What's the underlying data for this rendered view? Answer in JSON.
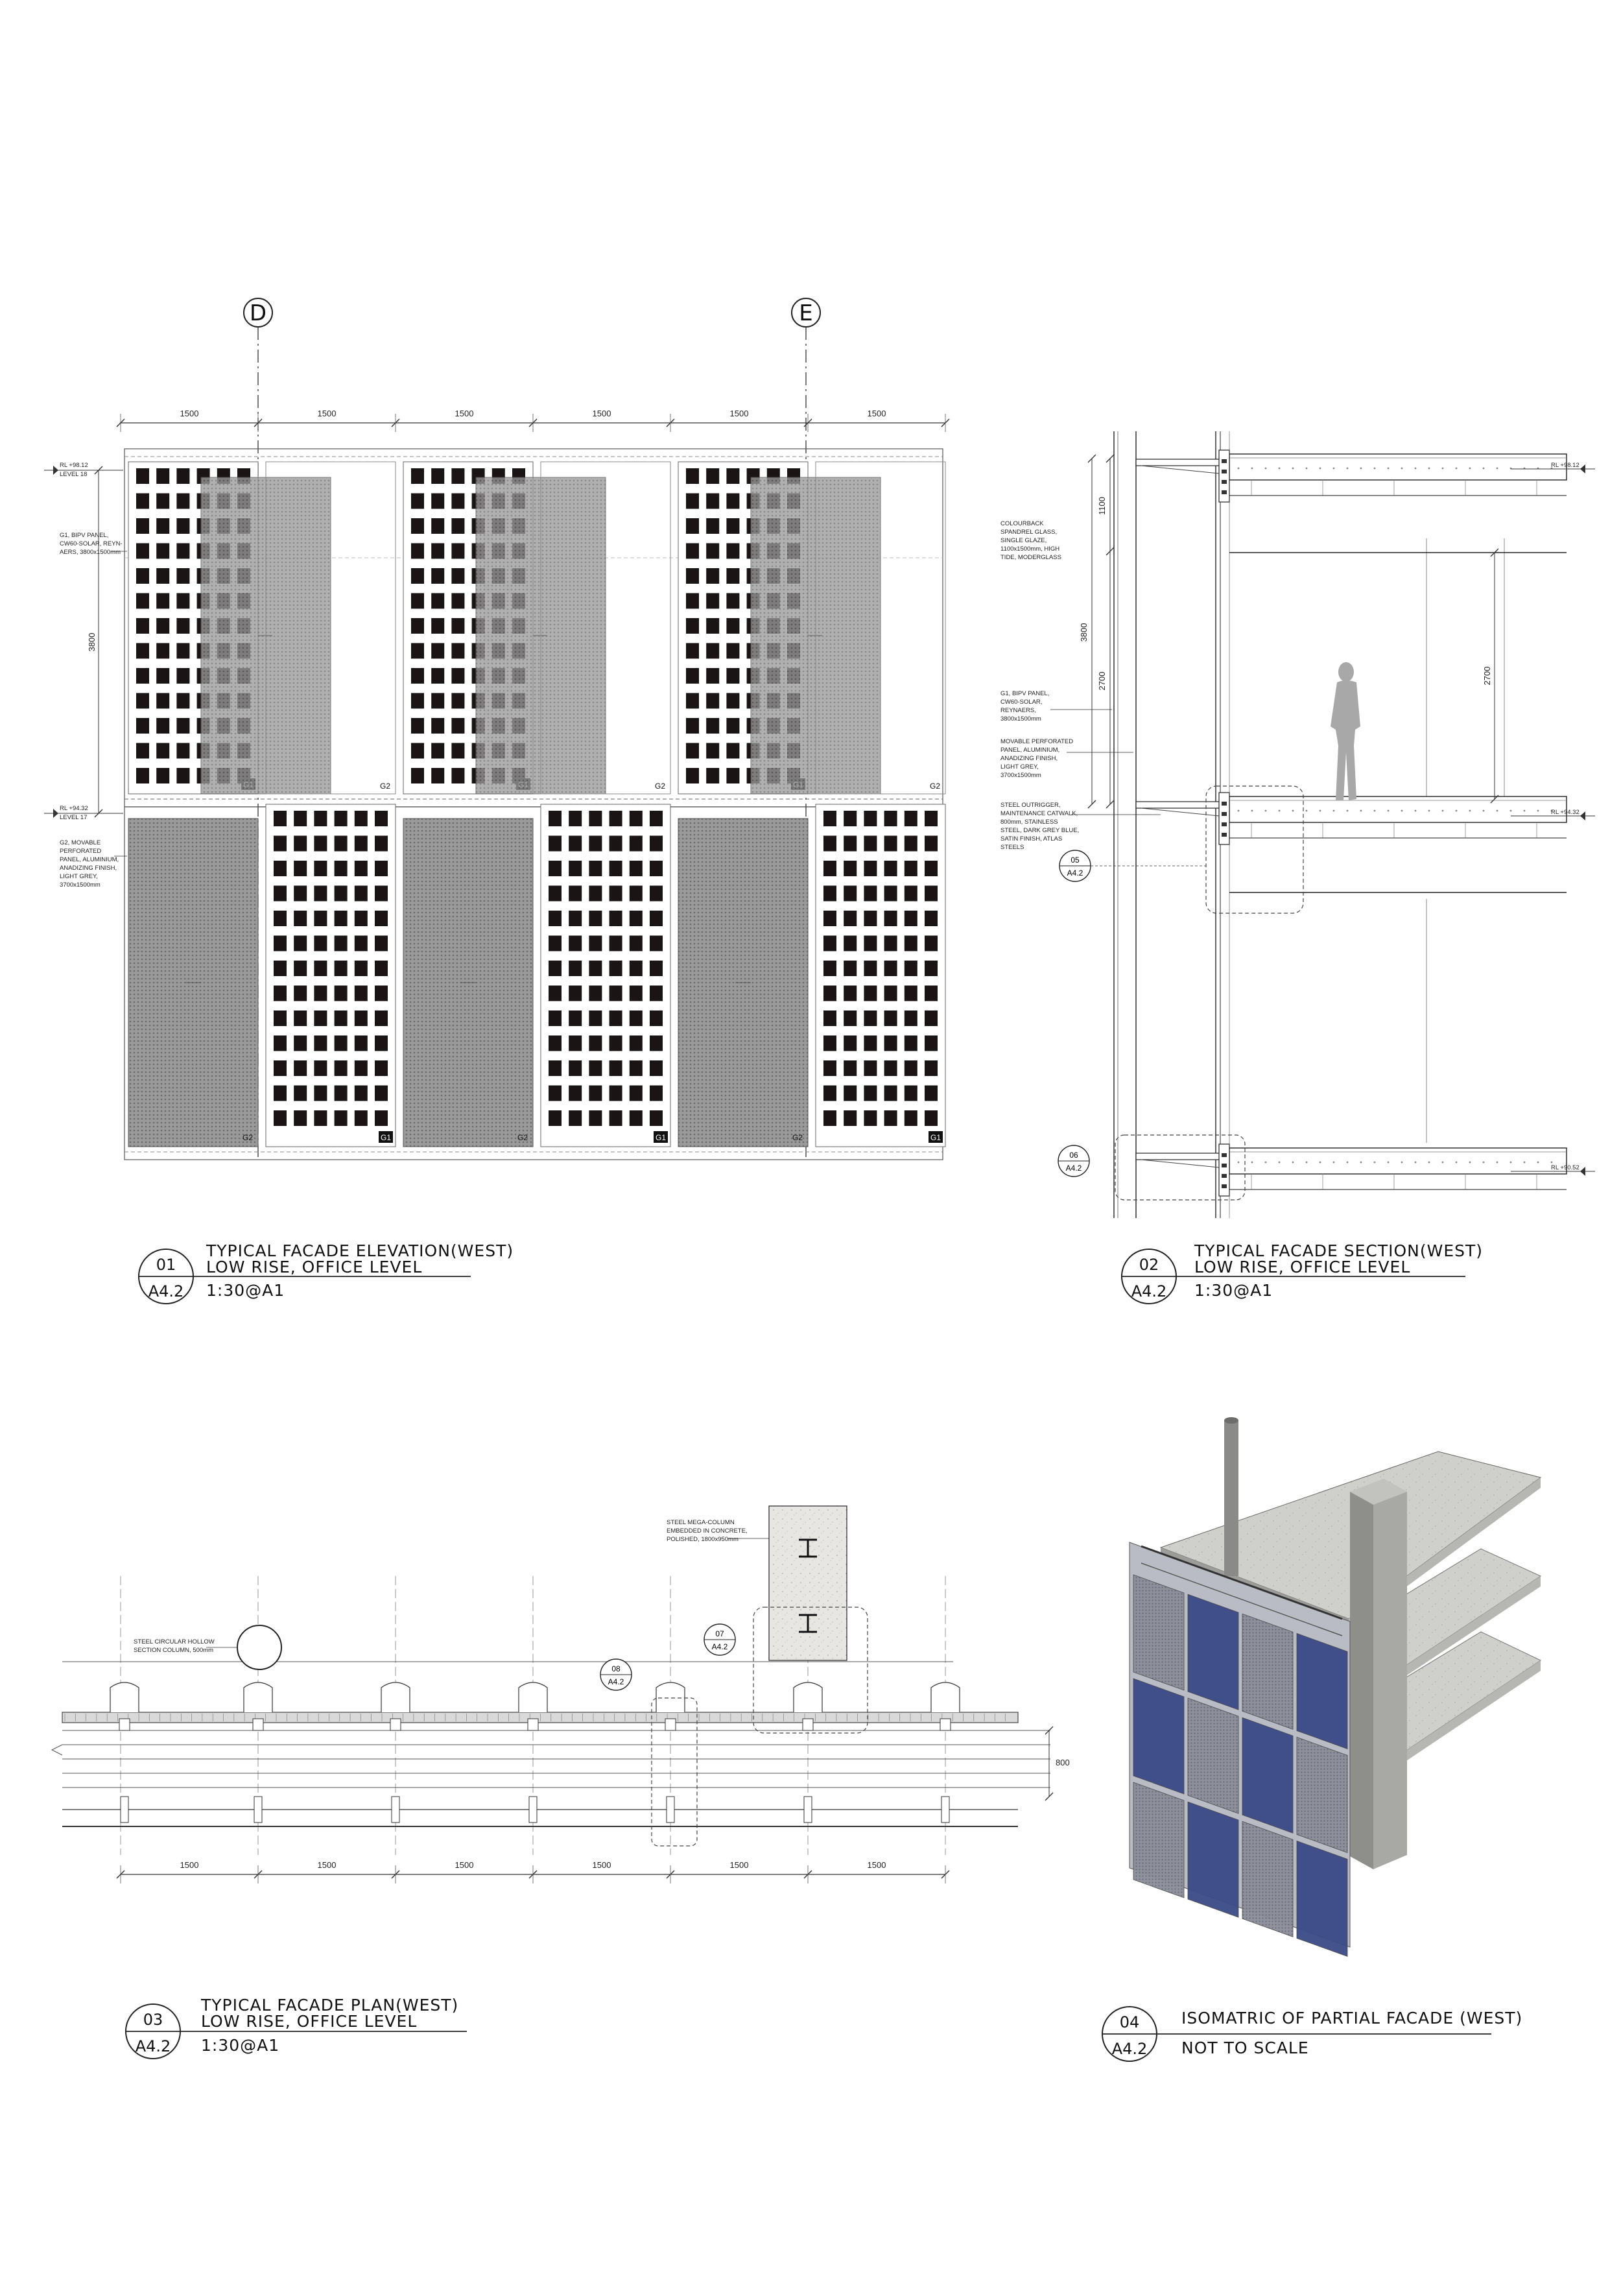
{
  "elevation": {
    "grid_labels": [
      "D",
      "E"
    ],
    "dims_top": [
      "1500",
      "1500",
      "1500",
      "1500",
      "1500",
      "1500"
    ],
    "dim_vertical": "3800",
    "level_18": [
      "RL +98.12",
      "LEVEL 18"
    ],
    "level_17": [
      "RL +94.32",
      "LEVEL 17"
    ],
    "note_g1": [
      "G1, BIPV PANEL,",
      "CW60-SOLAR, REYN-",
      "AERS, 3800x1500mm"
    ],
    "note_g2": [
      "G2, MOVABLE",
      "PERFORATED",
      "PANEL, ALUMINIUM,",
      "ANADIZING FINISH,",
      "LIGHT GREY,",
      "3700x1500mm"
    ],
    "tag_g1": "G1",
    "tag_g2": "G2",
    "title_block": {
      "number": "01",
      "sheet": "A4.2",
      "title": "TYPICAL FACADE ELEVATION(WEST)",
      "subtitle": "LOW RISE, OFFICE LEVEL",
      "scale": "1:30@A1"
    }
  },
  "section": {
    "dims": [
      "1100",
      "3800",
      "2700",
      "2700"
    ],
    "levels": [
      "RL +98.12",
      "RL +94.32",
      "RL +90.52"
    ],
    "note_spandrel": [
      "COLOURBACK",
      "SPANDREL GLASS,",
      "SINGLE GLAZE,",
      "1100x1500mm, HIGH",
      "TIDE, MODERGLASS"
    ],
    "note_g1": [
      "G1, BIPV PANEL,",
      "CW60-SOLAR,",
      "REYNAERS,",
      "3800x1500mm"
    ],
    "note_g2": [
      "MOVABLE PERFORATED",
      "PANEL, ALUMINIUM,",
      "ANADIZING FINISH,",
      "LIGHT GREY,",
      "3700x1500mm"
    ],
    "note_outrigger": [
      "STEEL OUTRIGGER,",
      "MAINTENANCE CATWALK,",
      "800mm, STAINLESS",
      "STEEL, DARK GREY BLUE,",
      "SATIN FINISH, ATLAS",
      "STEELS"
    ],
    "callout_05": [
      "05",
      "A4.2"
    ],
    "callout_06": [
      "06",
      "A4.2"
    ],
    "title_block": {
      "number": "02",
      "sheet": "A4.2",
      "title": "TYPICAL FACADE SECTION(WEST)",
      "subtitle": "LOW RISE, OFFICE LEVEL",
      "scale": "1:30@A1"
    }
  },
  "plan": {
    "dims_bottom": [
      "1500",
      "1500",
      "1500",
      "1500",
      "1500",
      "1500"
    ],
    "dim_side": "800",
    "note_column": [
      "STEEL CIRCULAR HOLLOW",
      "SECTION COLUMN, 500mm"
    ],
    "note_mega": [
      "STEEL MEGA-COLUMN",
      "EMBEDDED IN CONCRETE,",
      "POLISHED, 1800x950mm"
    ],
    "callout_07": [
      "07",
      "A4.2"
    ],
    "callout_08": [
      "08",
      "A4.2"
    ],
    "title_block": {
      "number": "03",
      "sheet": "A4.2",
      "title": "TYPICAL FACADE PLAN(WEST)",
      "subtitle": "LOW RISE, OFFICE LEVEL",
      "scale": "1:30@A1"
    }
  },
  "iso": {
    "title_block": {
      "number": "04",
      "sheet": "A4.2",
      "title": "ISOMATRIC OF PARTIAL FACADE (WEST)",
      "subtitle": "",
      "scale": "NOT TO SCALE"
    }
  },
  "colors": {
    "line": "#222222",
    "panel_black": "#1a1414",
    "perforated": "#8f8f8f",
    "perforated_dark": "#6e6e6e",
    "glass_blue": "#3a4a86",
    "concrete": "#c9c9c4"
  }
}
